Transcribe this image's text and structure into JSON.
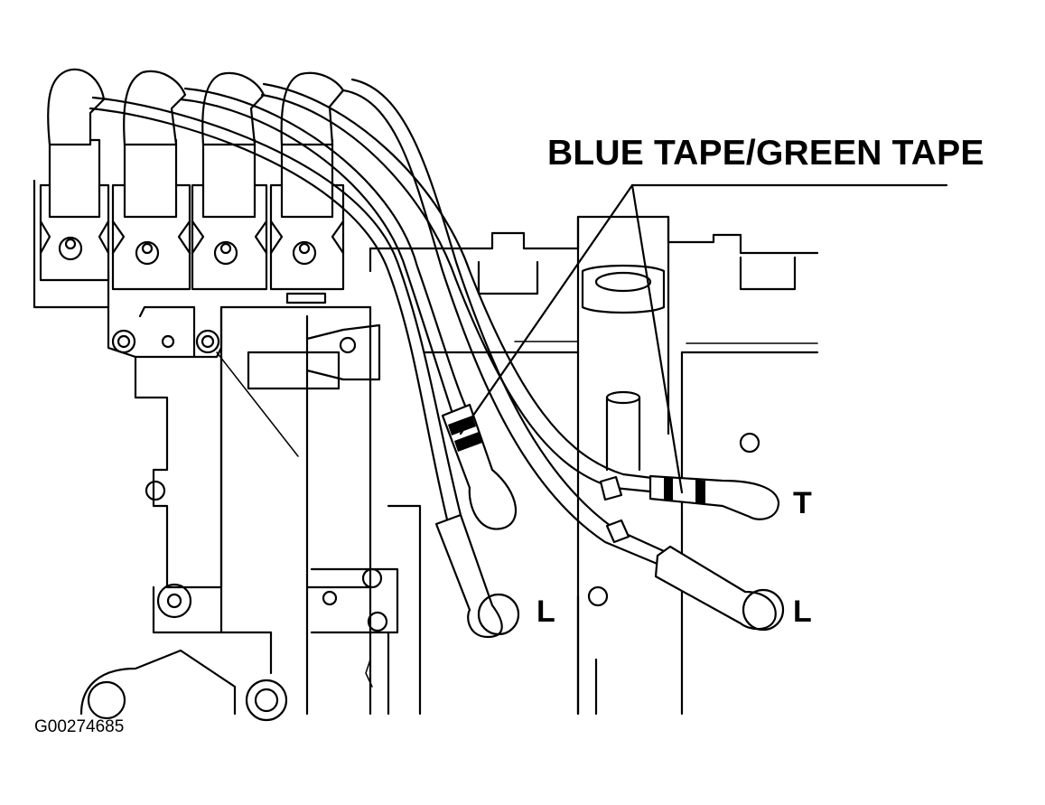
{
  "callout_label": "BLUE TAPE/GREEN TAPE",
  "terminal_labels": {
    "upper_right": "T",
    "lower_middle": "L",
    "lower_right": "L"
  },
  "figure_id": "G00274685",
  "colors": {
    "line": "#000000",
    "background": "#ffffff"
  }
}
